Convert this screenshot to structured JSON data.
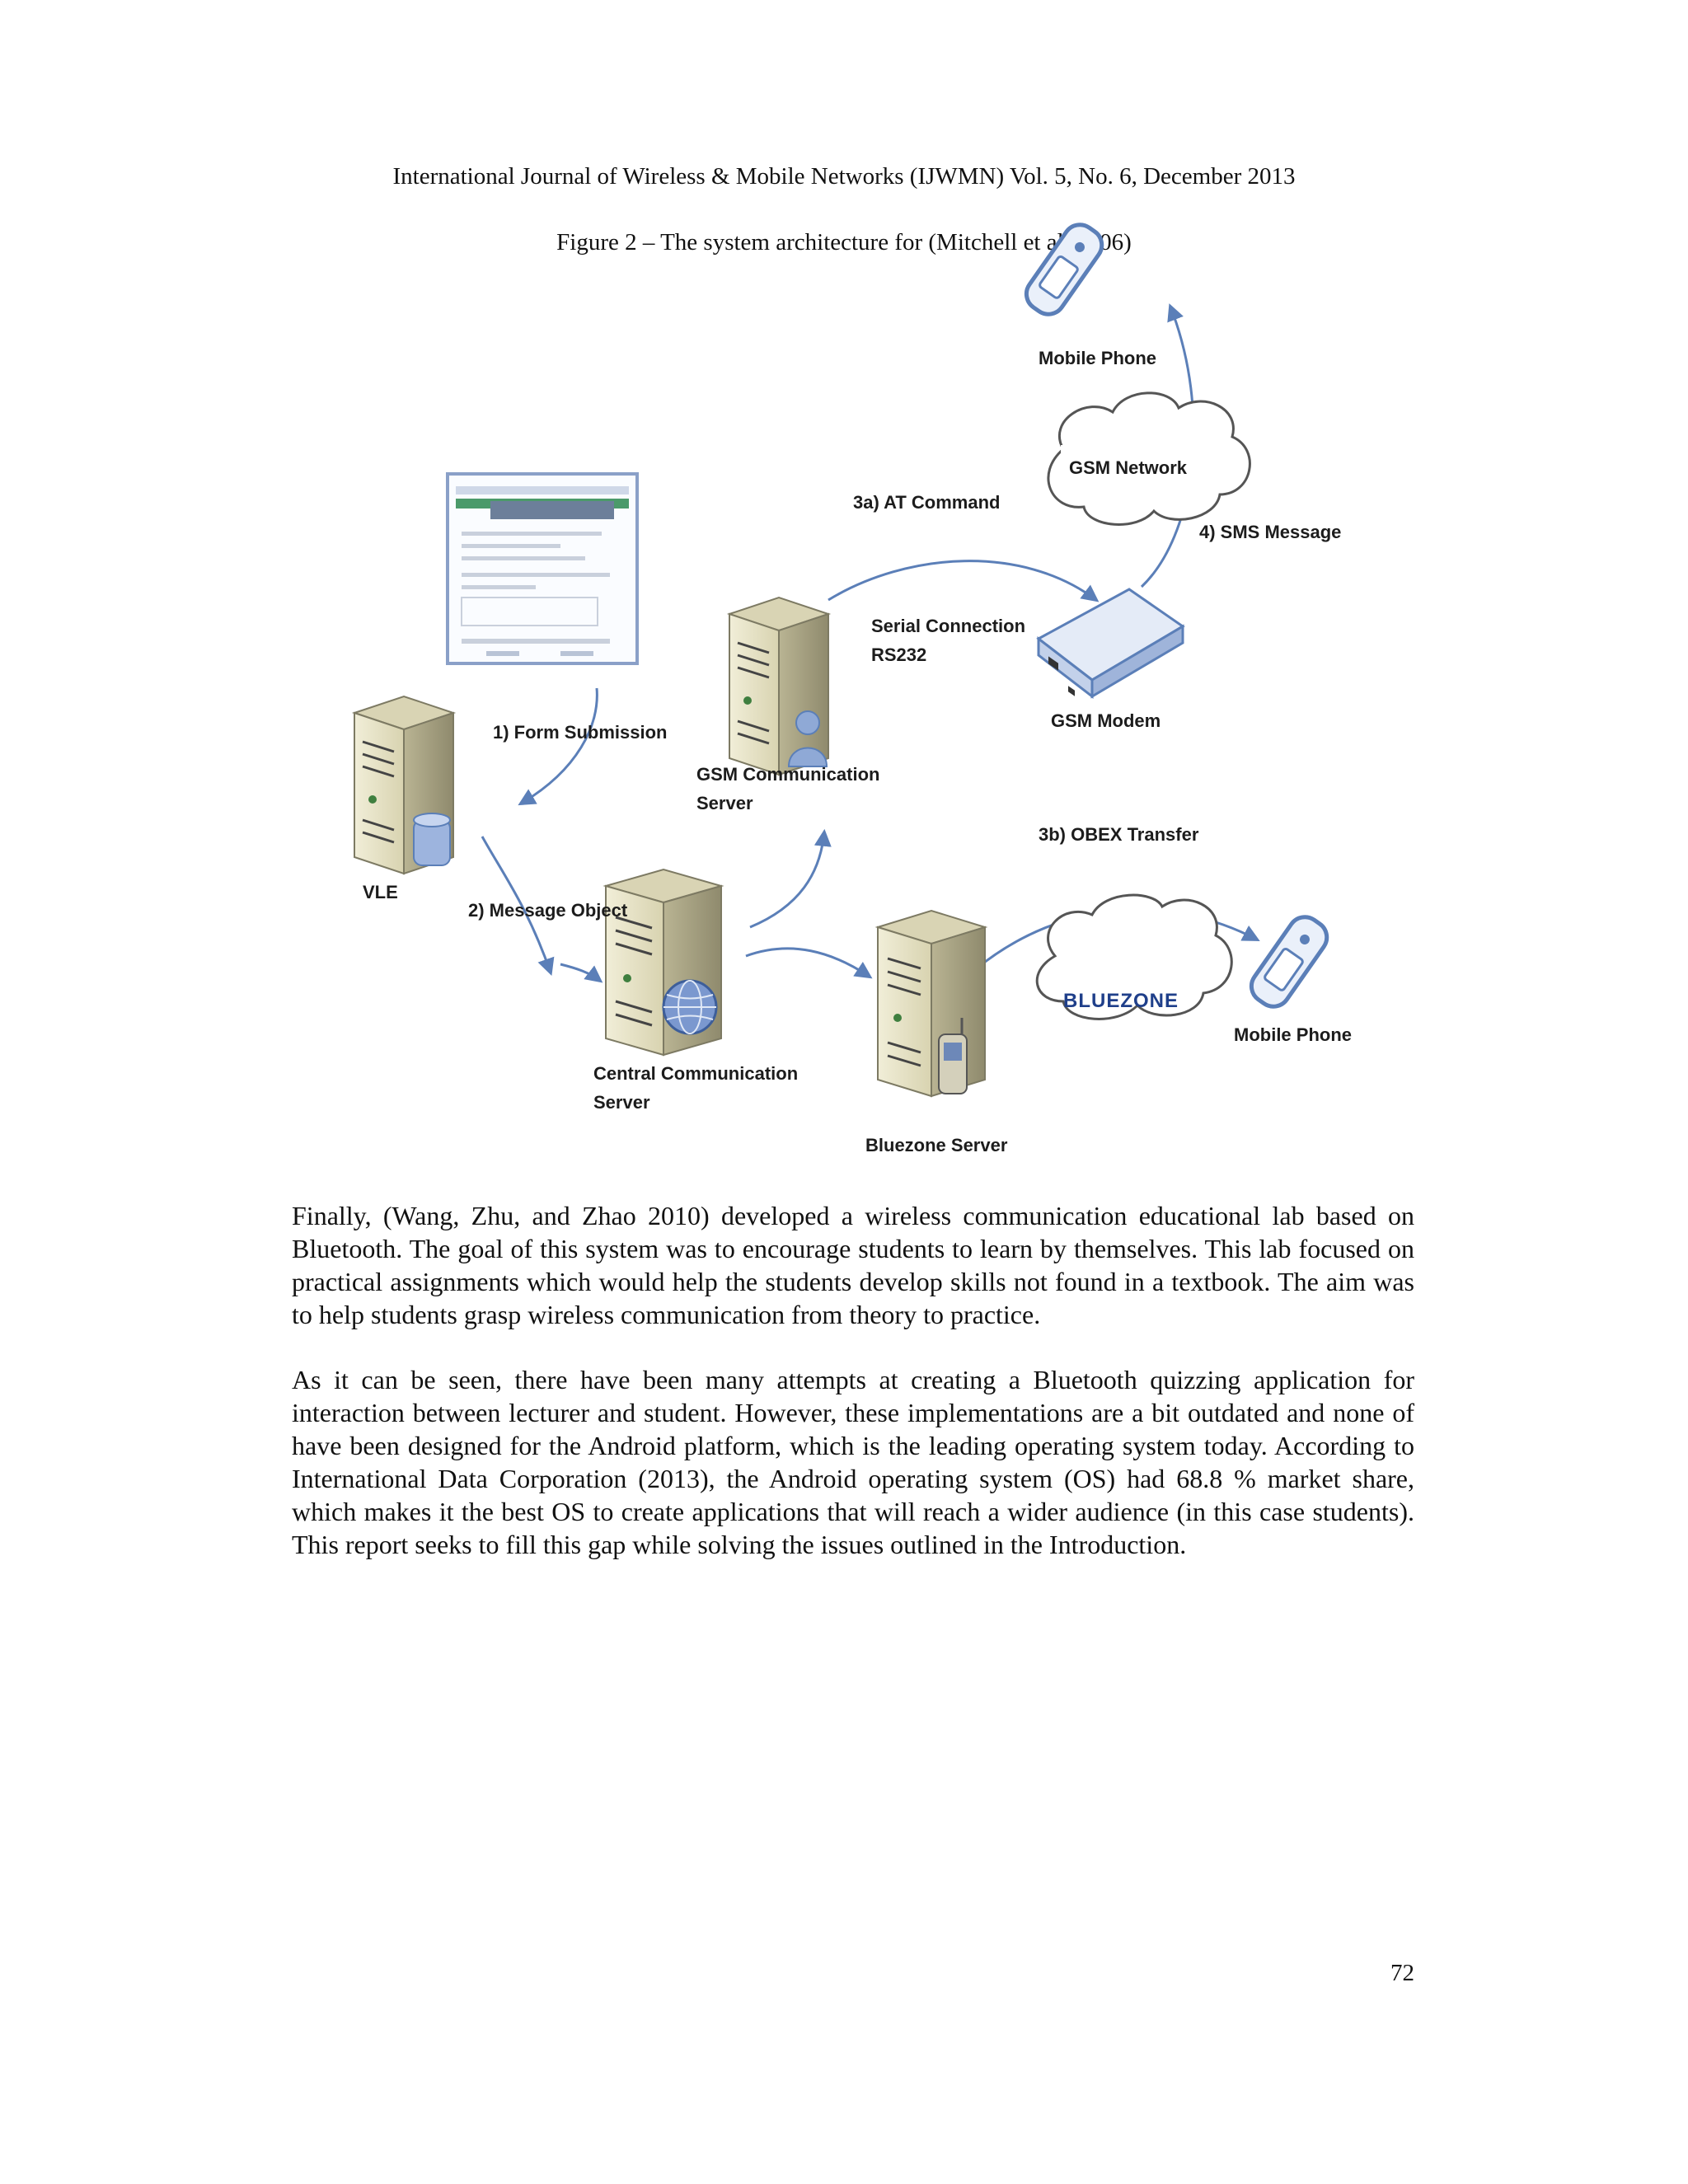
{
  "header": {
    "running_title": "International Journal of Wireless & Mobile Networks (IJWMN) Vol. 5, No. 6, December 2013"
  },
  "figure": {
    "caption": "Figure 2 – The system architecture for (Mitchell et al. 2006)",
    "labels": {
      "mobile_phone_top": "Mobile Phone",
      "gsm_network": "GSM Network",
      "at_command": "3a) AT Command",
      "sms_message": "4) SMS Message",
      "serial_line1": "Serial Connection",
      "serial_line2": "RS232",
      "gsm_modem": "GSM Modem",
      "form_submission": "1) Form Submission",
      "gsm_server_line1": "GSM Communication",
      "gsm_server_line2": "Server",
      "obex_transfer": "3b) OBEX Transfer",
      "vle": "VLE",
      "message_object": "2) Message Object",
      "bluezone_logo": "BLUEZONE",
      "mobile_phone_bottom": "Mobile Phone",
      "central_line1": "Central Communication",
      "central_line2": "Server",
      "bluezone_server": "Bluezone Server"
    }
  },
  "body": {
    "paragraphs": [
      "Finally, (Wang, Zhu, and Zhao 2010) developed a wireless communication educational lab based on Bluetooth. The goal of this system was to encourage students to learn by themselves. This lab focused on practical assignments which would help the students develop skills not found in a textbook. The aim was to help students grasp wireless communication from theory to practice.",
      "As it can be seen, there have been many attempts at creating a Bluetooth quizzing application for interaction between lecturer and student. However, these implementations are a bit outdated and none of have been designed for the Android platform, which is the leading operating system today. According to International Data Corporation (2013), the Android operating system (OS) had 68.8 % market share, which makes it the best OS to create applications that will reach a wider audience (in this case students). This report seeks to fill this gap while solving the issues outlined in the Introduction."
    ]
  },
  "footer": {
    "page_number": "72"
  },
  "colors": {
    "arrow": "#5b7fb8",
    "server_beige": "#e7e3c6",
    "server_dark": "#7d7a63",
    "cloud_stroke": "#555555",
    "device_blue": "#8fa9d6"
  }
}
